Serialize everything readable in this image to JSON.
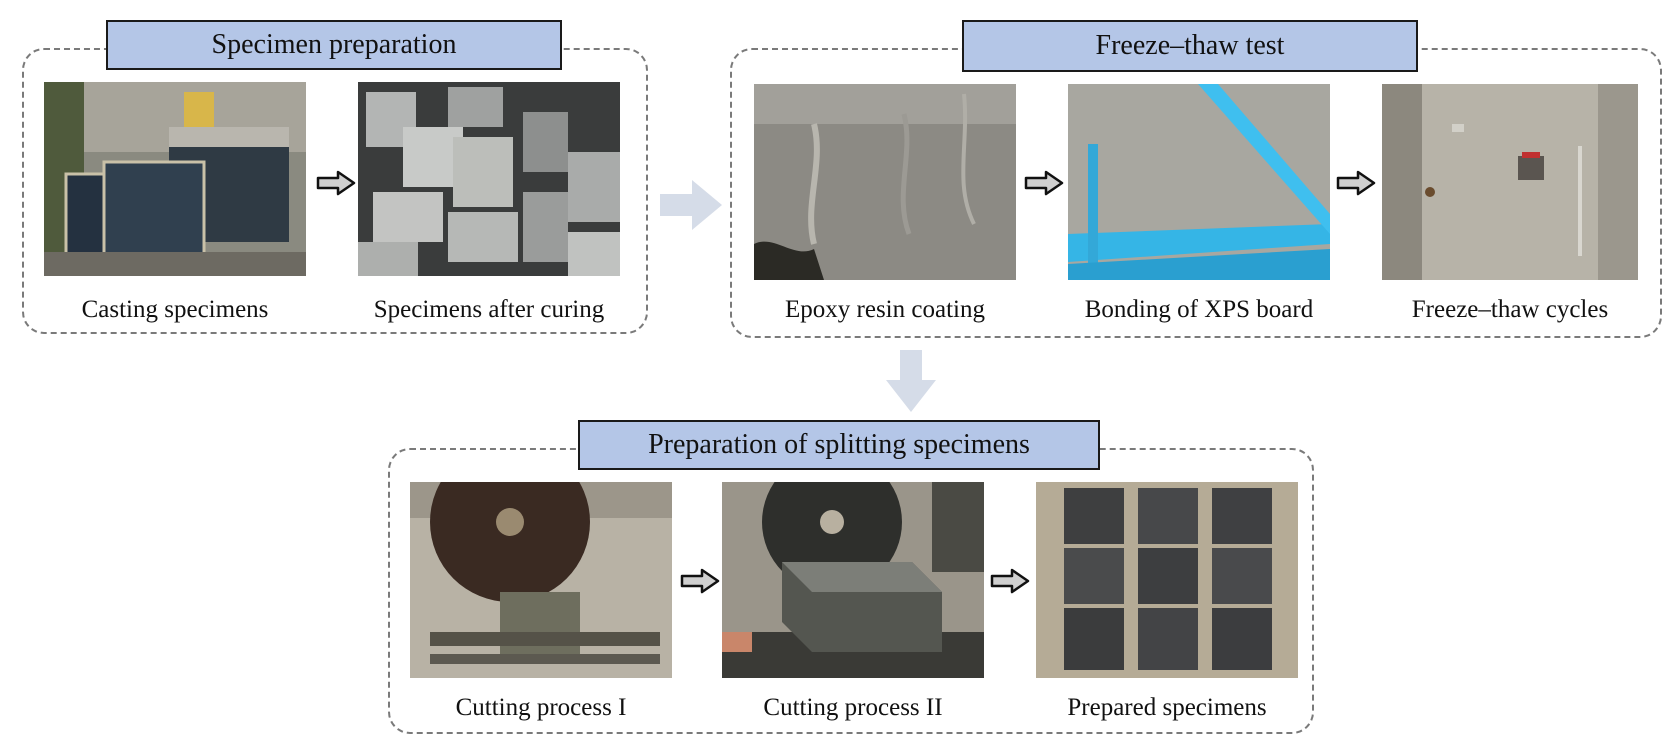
{
  "groups": {
    "prep": {
      "title": "Specimen preparation",
      "photos": [
        {
          "caption": "Casting specimens",
          "icon": "casting-molds-photo"
        },
        {
          "caption": "Specimens after curing",
          "icon": "cured-blocks-photo"
        }
      ]
    },
    "freeze": {
      "title": "Freeze–thaw test",
      "photos": [
        {
          "caption": "Epoxy resin coating",
          "icon": "epoxy-surface-photo"
        },
        {
          "caption": "Bonding of XPS board",
          "icon": "xps-board-photo"
        },
        {
          "caption": "Freeze–thaw cycles",
          "icon": "freezer-chamber-photo"
        }
      ]
    },
    "split": {
      "title": "Preparation of splitting specimens",
      "photos": [
        {
          "caption": "Cutting process I",
          "icon": "saw-cutting-photo"
        },
        {
          "caption": "Cutting process II",
          "icon": "saw-cutting-block-photo"
        },
        {
          "caption": "Prepared specimens",
          "icon": "split-specimens-photo"
        }
      ]
    }
  },
  "colors": {
    "title_fill": "#b4c6e7",
    "flow_arrow": "#d5dce8",
    "dash_border": "#7a7a7a"
  }
}
